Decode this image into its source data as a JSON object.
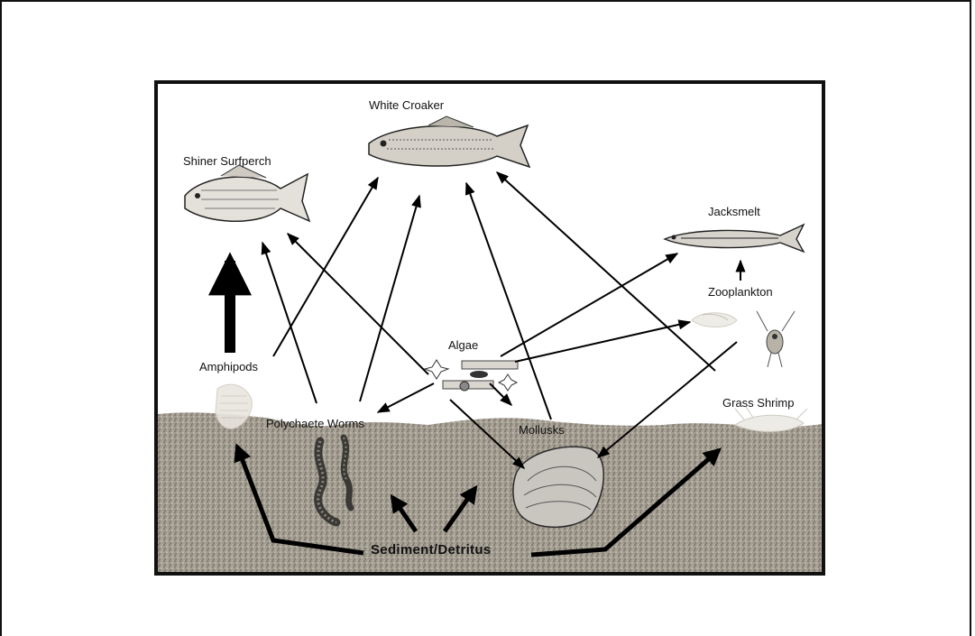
{
  "diagram": {
    "nodes": {
      "white_croaker": "White Croaker",
      "shiner_surfperch": "Shiner Surfperch",
      "jacksmelt": "Jacksmelt",
      "zooplankton": "Zooplankton",
      "algae": "Algae",
      "amphipods": "Amphipods",
      "polychaete_worms": "Polychaete Worms",
      "mollusks": "Mollusks",
      "grass_shrimp": "Grass Shrimp",
      "sediment_detritus": "Sediment/Detritus"
    },
    "colors": {
      "sediment": "#9a9488",
      "arrow": "#000000",
      "frame": "#111111"
    }
  }
}
